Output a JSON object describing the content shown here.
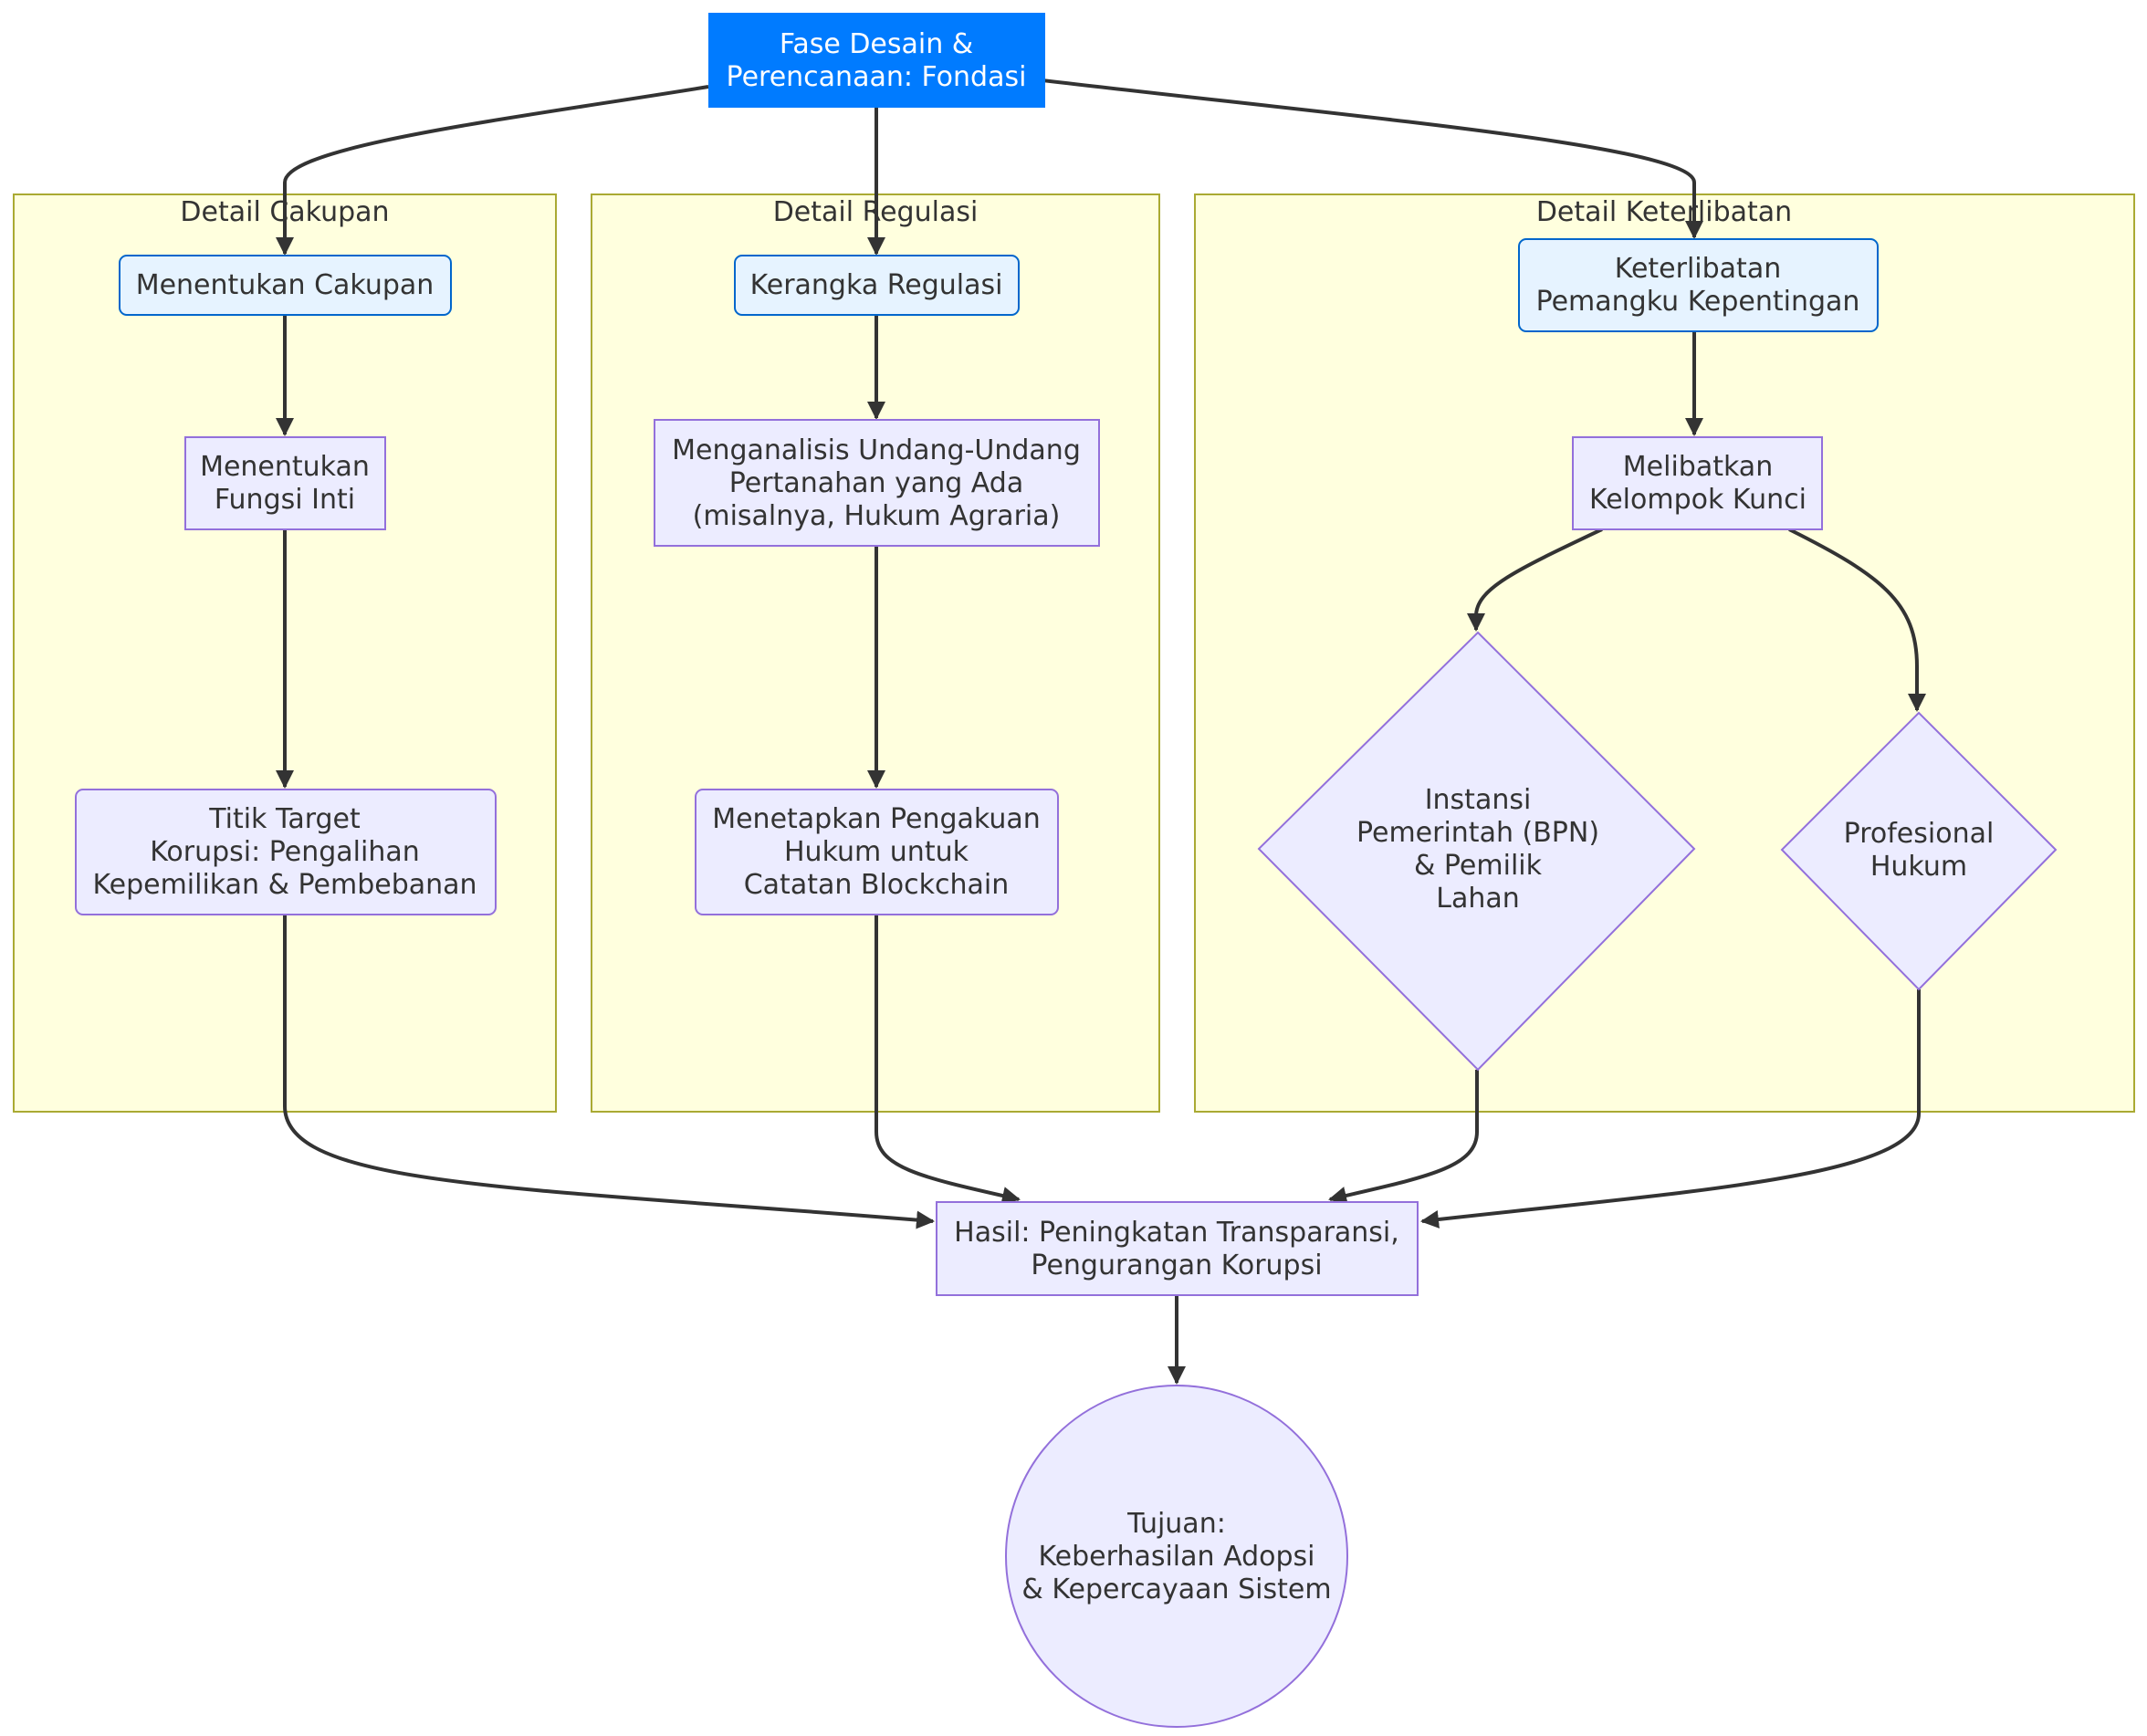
{
  "diagram": {
    "subgraphs": {
      "cakupan": "Detail Cakupan",
      "regulasi": "Detail Regulasi",
      "keterlibatan": "Detail Keterlibatan"
    },
    "nodes": {
      "start": [
        "Fase Desain &",
        "Perencanaan: Fondasi"
      ],
      "scope": [
        "Menentukan Cakupan"
      ],
      "core_functions": [
        "Menentukan",
        "Fungsi Inti"
      ],
      "corruption_targets": [
        "Titik Target",
        "Korupsi: Pengalihan",
        "Kepemilikan & Pembebanan"
      ],
      "regulation": [
        "Kerangka Regulasi"
      ],
      "analyze_laws": [
        "Menganalisis Undang-Undang",
        "Pertanahan yang Ada",
        "(misalnya, Hukum Agraria)"
      ],
      "legal_recognition": [
        "Menetapkan Pengakuan",
        "Hukum untuk",
        "Catatan Blockchain"
      ],
      "stakeholders": [
        "Keterlibatan",
        "Pemangku Kepentingan"
      ],
      "key_groups": [
        "Melibatkan",
        "Kelompok Kunci"
      ],
      "gov_agency": [
        "Instansi",
        "Pemerintah (BPN)",
        "& Pemilik",
        "Lahan"
      ],
      "legal_pros": [
        "Profesional",
        "Hukum"
      ],
      "result": [
        "Hasil: Peningkatan Transparansi,",
        "Pengurangan Korupsi"
      ],
      "goal": [
        "Tujuan:",
        "Keberhasilan Adopsi",
        "& Kepercayaan Sistem"
      ]
    }
  }
}
